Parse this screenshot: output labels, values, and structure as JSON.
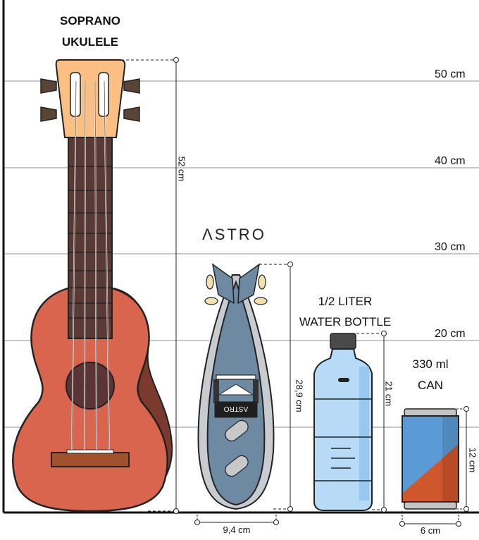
{
  "grid": {
    "labels": [
      "50 cm",
      "40 cm",
      "30 cm",
      "20 cm"
    ],
    "line_color": "#8a8a8a"
  },
  "ukulele": {
    "title_line1": "SOPRANO",
    "title_line2": "UKULELE",
    "height": "52 cm",
    "colors": {
      "body": "#d9654f",
      "headstock": "#fbbf83",
      "neck": "#5a3a35",
      "bridge": "#a0522d"
    }
  },
  "kayak": {
    "brand": "ΛSTRO",
    "seat_text": "ΛSTRO",
    "height": "28,9 cm",
    "width": "9,4 cm",
    "colors": {
      "hull": "#6e8aa3",
      "rim": "#c8ccd0"
    }
  },
  "bottle": {
    "title_line1": "1/2 LITER",
    "title_line2": "WATER BOTTLE",
    "height": "21 cm",
    "colors": {
      "water": "#b7dbf7",
      "cap": "#4a4a4a"
    }
  },
  "can": {
    "title_line1": "330 ml",
    "title_line2": "CAN",
    "height": "12 cm",
    "width": "6 cm",
    "colors": {
      "blue": "#5b9bd5",
      "orange": "#d0562b"
    }
  }
}
